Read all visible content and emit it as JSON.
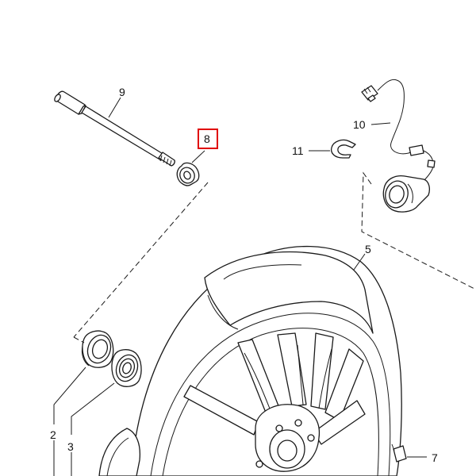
{
  "diagram": {
    "callouts": [
      {
        "id": "9",
        "text": "9"
      },
      {
        "id": "8",
        "text": "8",
        "highlighted": true
      },
      {
        "id": "10",
        "text": "10"
      },
      {
        "id": "11",
        "text": "11"
      },
      {
        "id": "5",
        "text": "5"
      },
      {
        "id": "2",
        "text": "2"
      },
      {
        "id": "3",
        "text": "3"
      },
      {
        "id": "7",
        "text": "7"
      }
    ],
    "parts": [
      "axle-bolt",
      "collar",
      "speed-sensor",
      "clip",
      "wheel-tire",
      "oil-seal",
      "bearing",
      "balance-weight"
    ],
    "highlight_color": "#e00000",
    "line_color": "#1a1a1a"
  }
}
